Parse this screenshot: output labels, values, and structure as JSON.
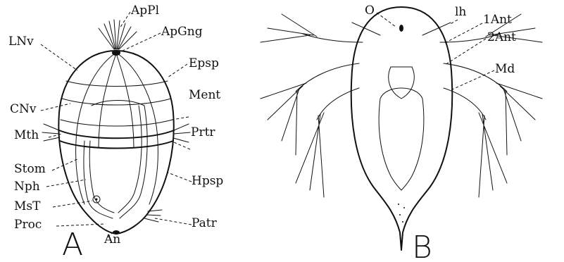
{
  "panel_a": {
    "letter": "A",
    "labels": {
      "appl": "ApPl",
      "apgng": "ApGng",
      "lnv": "LNv",
      "epsp": "Epsp",
      "cnv": "CNv",
      "ment": "Ment",
      "mth": "Mth",
      "prtr": "Prtr",
      "stom": "Stom",
      "hpsp": "Hpsp",
      "nph": "Nph",
      "mst": "MsT",
      "patr": "Patr",
      "proc": "Proc",
      "an": "An"
    }
  },
  "panel_b": {
    "letter": "B",
    "labels": {
      "o": "O",
      "lh": "lh",
      "ant1": "1Ant",
      "ant2": "2Ant",
      "md": "Md"
    }
  }
}
